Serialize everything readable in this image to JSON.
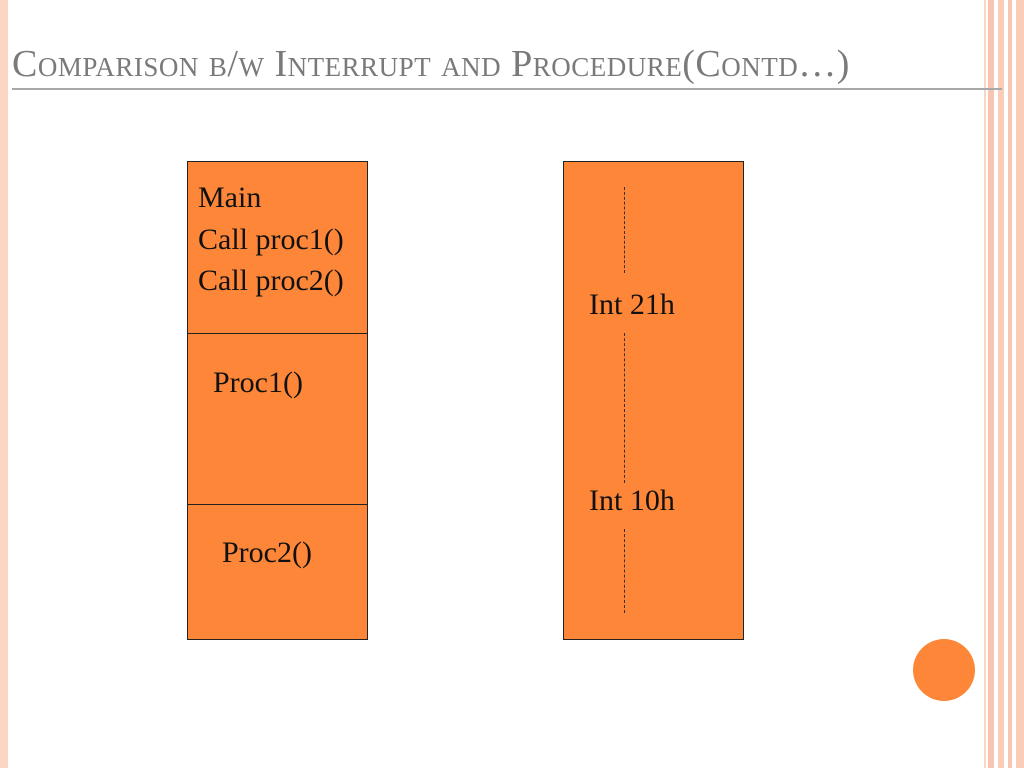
{
  "slide": {
    "title": "Comparison b/w Interrupt and Procedure(Contd…)"
  },
  "procedure_box": {
    "main_lines": [
      "Main",
      "Call proc1()",
      "Call proc2()"
    ],
    "proc1_label": "Proc1()",
    "proc2_label": "Proc2()"
  },
  "interrupt_box": {
    "int1_label": "Int 21h",
    "int2_label": "Int 10h"
  },
  "colors": {
    "box_fill": "#fd8638",
    "title_text": "#7a7a7a",
    "accent_circle": "#fd8638"
  }
}
